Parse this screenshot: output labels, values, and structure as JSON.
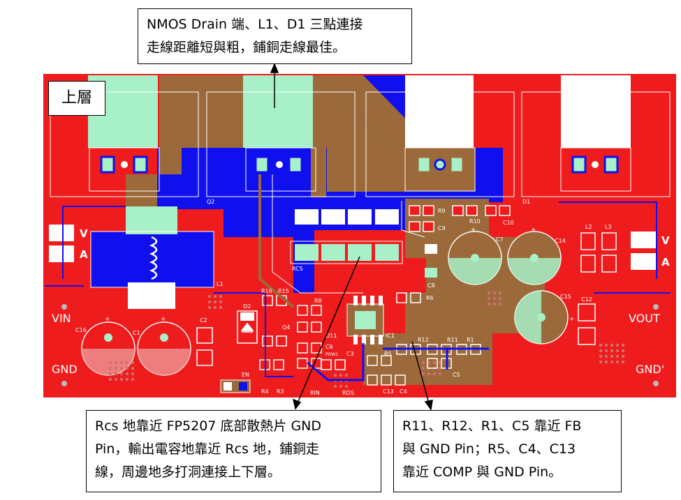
{
  "callouts": {
    "top": {
      "line1": "NMOS Drain 端、L1、D1 三點連接",
      "line2": "走線距離短與粗，鋪銅走線最佳。"
    },
    "bottom_left": {
      "line1": "Rcs 地靠近 FP5207 底部散熱片 GND",
      "line2": "Pin，輸出電容地靠近 Rcs 地，鋪銅走",
      "line3": "線，周邊地多打洞連接上下層。"
    },
    "bottom_right": {
      "line1": "R11、R12、R1、C5 靠近 FB",
      "line2": "與 GND Pin；R5、C4、C13",
      "line3": "靠近 COMP 與 GND Pin。"
    }
  },
  "layer_label": "上層",
  "board": {
    "colors": {
      "board": "#ee1c1c",
      "copper": "#9c6a3a",
      "bottom": "#1010ee",
      "pad": "#a8f0c8",
      "silk": "#ffffff"
    },
    "nets": {
      "vin": "VIN",
      "gnd_left": "GND",
      "vout": "VOUT",
      "gnd_right": "GND'",
      "v_left": "V",
      "a_left": "A",
      "v_right": "V",
      "a_right": "A"
    },
    "refs": {
      "q2": "Q2",
      "d1": "D1",
      "l1": "L1",
      "l2": "L2",
      "l3": "L3",
      "r9": "R9",
      "r10": "R10",
      "c9": "C9",
      "c10": "C10",
      "c7": "C7",
      "c14": "C14",
      "c15": "C15",
      "c12": "C12",
      "c8": "C8",
      "r6": "R6",
      "rcs": "RCS",
      "c16": "C16",
      "c1": "C1",
      "c2": "C2",
      "d2": "D2",
      "r16": "R16",
      "r15": "R15",
      "r8": "R8",
      "q4": "Q4",
      "r11": "R11",
      "r12": "R12",
      "r1": "R1",
      "r5": "R5",
      "c5": "C5",
      "ic1": "IC1",
      "c6": "C6",
      "c3": "C3",
      "pow1": "POW1",
      "en": "EN",
      "r4": "R4",
      "r3": "R3",
      "rin": "RIN",
      "rds": "RDS",
      "c13": "C13",
      "c4": "C4",
      "d11": "D11",
      "plus": "+"
    }
  }
}
